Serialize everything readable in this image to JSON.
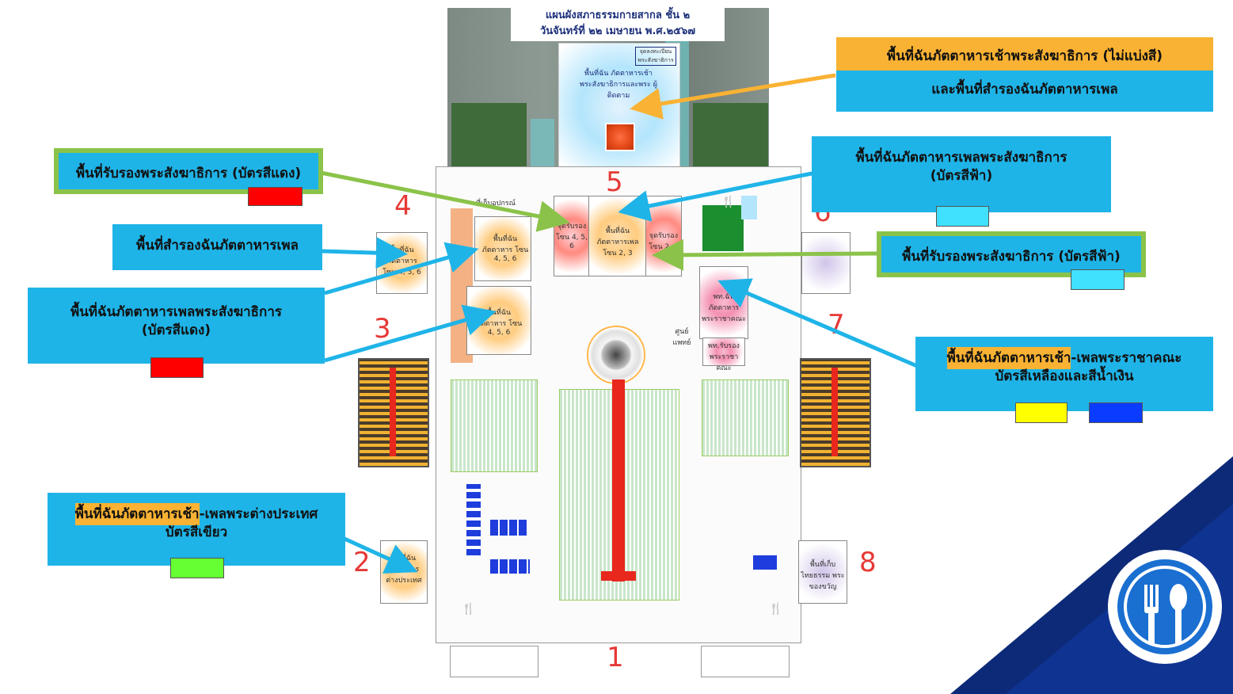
{
  "header": {
    "title_line1": "แผนผังสภาธรรมกายสากล ชั้น ๒",
    "title_line2": "วันจันทร์ที่ ๒๒ เมษายน พ.ศ.๒๕๖๗"
  },
  "map_labels": {
    "top_hall": "พื้นที่ฉัน ภัตตาหารเช้า พระสังฆาธิการและพระ ผู้ติดตาม",
    "top_reg": "จุดลงทะเบียน พระสังฆาธิการ",
    "zone_456_a": "พื้นที่ฉัน ภัตตาหาร โซน 4, 5, 6",
    "zone_456_b": "พื้นที่ฉัน ภัตตาหาร โซน 4, 5, 6",
    "zone_456_c": "พื้นที่ฉัน ภัตตาหาร โซน 4, 5, 6",
    "recv_456": "จุดรับรอง โซน 4, 5, 6",
    "dine_23": "พื้นที่ฉัน ภัตตาหารเพล โซน 2, 3",
    "recv_23": "จุดรับรอง โซน 2, 3",
    "royal_dine": "พท.ฉันภัตตาหาร พระราชาคณะ",
    "royal_recv": "พท.รับรอง พระราชาคณะ",
    "foreign_dine": "พื้นที่ฉัน ภัตตาหาร ต่างประเทศ",
    "storage": "พื้นที่เก็บไทยธรรม พระของขวัญ",
    "equipment": "ที่เก็บอุปกรณ์",
    "medical": "ศูนย์แพทย์"
  },
  "zones": [
    "1",
    "2",
    "3",
    "4",
    "5",
    "6",
    "7",
    "8"
  ],
  "callouts": {
    "top_right": {
      "line1": "พื้นที่ฉันภัตตาหารเช้าพระสังฆาธิการ (ไม่แบ่งสี)",
      "line2": "และพื้นที่สำรองฉันภัตตาหารเพล"
    },
    "red_reception": {
      "line1": "พื้นที่รับรองพระสังฆาธิการ (บัตรสีแดง)"
    },
    "blue_lunch": {
      "line1": "พื้นที่ฉันภัตตาหารเพลพระสังฆาธิการ",
      "line2": "(บัตรสีฟ้า)"
    },
    "reserve_lunch": {
      "line1": "พื้นที่สำรองฉันภัตตาหารเพล"
    },
    "blue_reception": {
      "line1": "พื้นที่รับรองพระสังฆาธิการ (บัตรสีฟ้า)"
    },
    "red_lunch": {
      "line1": "พื้นที่ฉันภัตตาหารเพลพระสังฆาธิการ",
      "line2": "(บัตรสีแดง)"
    },
    "royal": {
      "line1_highlight": "พื้นที่ฉันภัตตาหารเช้า",
      "line1_rest": "-เพลพระราชาคณะ",
      "line2": "บัตรสีเหลืองและสีน้ำเงิน"
    },
    "foreign": {
      "line1_highlight": "พื้นที่ฉันภัตตาหารเช้า",
      "line1_rest": "-เพลพระต่างประเทศ",
      "line2": "บัตรสีเขียว"
    }
  },
  "colors": {
    "callout_blue": "#1fb4e8",
    "callout_green_border": "#8bc34a",
    "highlight_orange": "#f9b233",
    "arrow_orange": "#f9b233",
    "arrow_blue": "#1fb4e8",
    "arrow_green": "#8bc34a",
    "card_red": "#ff0000",
    "card_light_blue": "#40e0ff",
    "card_yellow": "#ffff00",
    "card_navy": "#0a3cff",
    "card_green": "#66ff33",
    "zone_number_red": "#e53935",
    "corner_navy": "#0d2a78"
  },
  "icons": [
    "fork-knife-icon",
    "dining-logo-icon"
  ]
}
